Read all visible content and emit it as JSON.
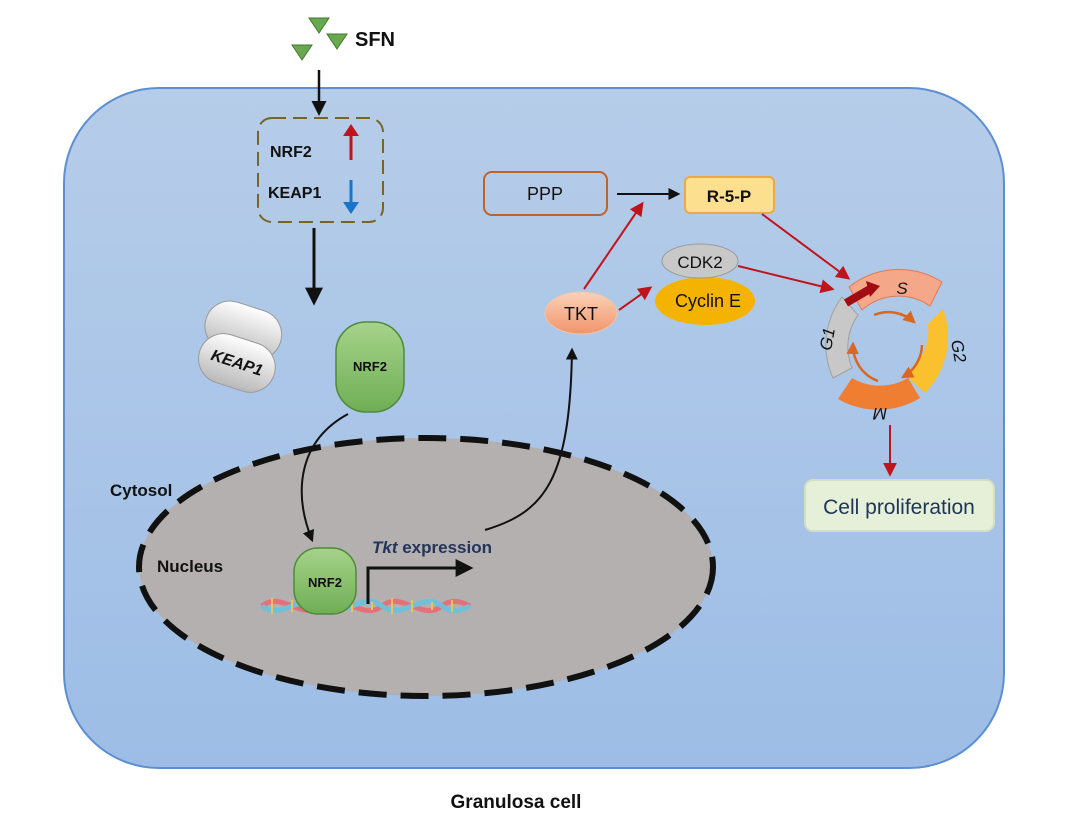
{
  "stimulus": {
    "label": "SFN"
  },
  "receptor_box": {
    "nrf2_label": "NRF2",
    "keap1_label": "KEAP1"
  },
  "proteins": {
    "keap1_label": "KEAP1",
    "nrf2_label": "NRF2",
    "nuclear_nrf2_label": "NRF2"
  },
  "compartments": {
    "cytosol_label": "Cytosol",
    "nucleus_label": "Nucleus",
    "cell_label": "Granulosa cell"
  },
  "expression": {
    "gene_label": "Tkt",
    "suffix_label": " expression"
  },
  "pathway": {
    "tkt_label": "TKT",
    "ppp_label": "PPP",
    "r5p_label": "R-5-P",
    "cdk2_label": "CDK2",
    "cyclin_label": "Cyclin E"
  },
  "cell_cycle": {
    "s_label": "S",
    "g2_label": "G2",
    "m_label": "M",
    "g1_label": "G1"
  },
  "outcome": {
    "label": "Cell proliferation"
  },
  "colors": {
    "cell_fill": "#a9c4e6",
    "cell_stroke": "#5b8fd1",
    "nucleus_fill": "#b4b0b0",
    "nrf2_green": "#8dc26f",
    "up_arrow": "#c0141c",
    "down_arrow": "#1a74c9",
    "red_arrow": "#c0141c",
    "tkt_fill": "#f5a77f",
    "r5p_fill": "#fde08f",
    "cyclin_fill": "#f5b301",
    "s_phase": "#f4a889",
    "g2_phase": "#fbc02d",
    "m_phase": "#ef7d32",
    "g1_phase": "#c8c8c8",
    "proliferation_fill": "#e6f0d8"
  }
}
